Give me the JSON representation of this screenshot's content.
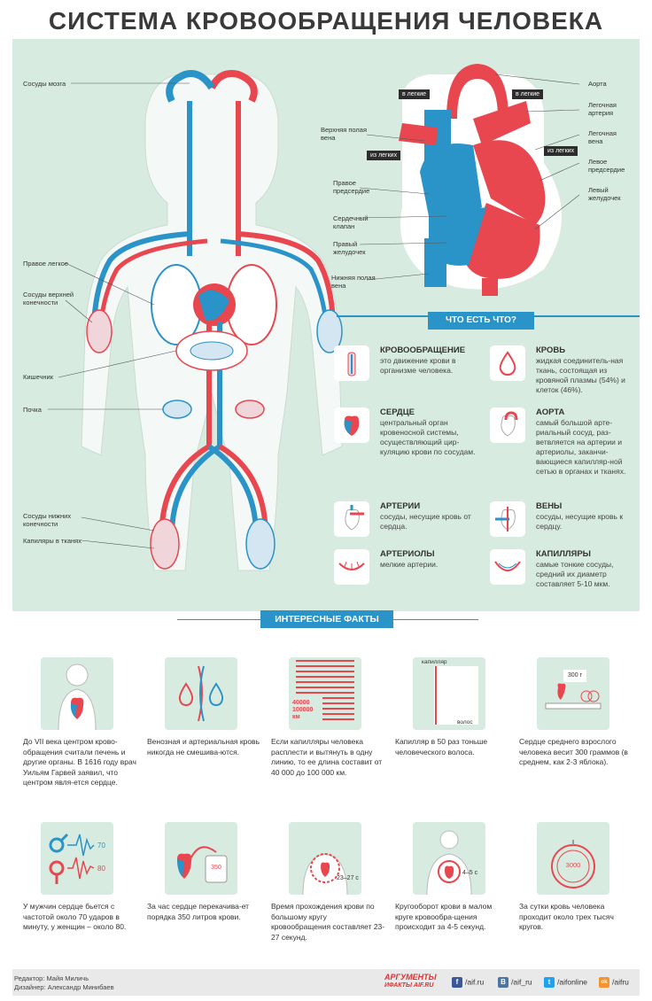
{
  "title": "СИСТЕМА КРОВООБРАЩЕНИЯ ЧЕЛОВЕКА",
  "colors": {
    "artery": "#e8474f",
    "vein": "#2a93c7",
    "background": "#d7ebe1",
    "accent": "#2a93c7"
  },
  "body_labels": {
    "brain_vessels": "Сосуды мозга",
    "right_lung": "Правое легкое",
    "upper_limb_vessels": "Сосуды верхней конечности",
    "intestine": "Кишечник",
    "kidney": "Почка",
    "lower_limb_vessels": "Сосуды нижних конечности",
    "tissue_capillaries": "Капиляры в тканях"
  },
  "heart_labels": {
    "to_lungs_left": "в легкие",
    "to_lungs_right": "в легкие",
    "from_lungs_left": "из легких",
    "from_lungs_right": "из легких",
    "superior_vena_cava": "Верхняя полая вена",
    "right_atrium": "Правое предсердие",
    "heart_valve": "Сердечный клапан",
    "right_ventricle": "Правый желудочек",
    "inferior_vena_cava": "Нижняя полая вена",
    "aorta": "Аорта",
    "pulmonary_artery": "Легочная артерия",
    "pulmonary_vein": "Легочная вена",
    "left_atrium": "Левое предсердие",
    "left_ventricle": "Левый желудочек"
  },
  "what_is_what": {
    "title": "ЧТО ЕСТЬ ЧТО?",
    "items": [
      {
        "icon": "circulation-icon",
        "heading": "Кровообращение",
        "text": "это движение крови в организме человека."
      },
      {
        "icon": "blood-drop-icon",
        "heading": "Кровь",
        "text": "жидкая соединитель-ная ткань, состоящая из кровяной плазмы (54%) и клеток (46%)."
      },
      {
        "icon": "heart-icon",
        "heading": "Сердце",
        "text": "центральный орган кровеносной системы, осуществляющий цир-куляцию крови по сосудам."
      },
      {
        "icon": "aorta-icon",
        "heading": "Аорта",
        "text": "самый большой арте-риальный сосуд, раз-ветвляется на артерии и артериолы, заканчи-вающиеся капилляр-ной сетью в органах и тканях."
      },
      {
        "icon": "artery-icon",
        "heading": "Артерии",
        "text": "сосуды, несущие кровь от сердца."
      },
      {
        "icon": "vein-icon",
        "heading": "Вены",
        "text": "сосуды, несущие кровь к сердцу."
      },
      {
        "icon": "arteriole-icon",
        "heading": "Артериолы",
        "text": "мелкие артерии."
      },
      {
        "icon": "capillary-icon",
        "heading": "Капилляры",
        "text": "самые тонкие сосуды, средний их диаметр составляет 5-10 мкм."
      }
    ]
  },
  "facts": {
    "title": "ИНТЕРЕСНЫЕ ФАКТЫ",
    "items": [
      {
        "icon": "heart-in-chest-icon",
        "text": "До VII века центром крово-обращения считали печень и другие органы. В 1616 году врач Уильям Гарвей заявил, что центром явля-ется сердце."
      },
      {
        "icon": "two-drops-icon",
        "text": "Венозная и артериальная кровь никогда не смешива-ются."
      },
      {
        "icon": "capillary-line-icon",
        "text": "Если капилляры человека расплести и вытянуть в одну линию, то ее длина составит от 40 000 до 100 000 км.",
        "label_top": "40000",
        "label_mid": "100000",
        "label_unit": "км"
      },
      {
        "icon": "hair-compare-icon",
        "text": "Капилляр в 50 раз тоньше человеческого волоса.",
        "label_capillary": "капилляр",
        "label_hair": "волос"
      },
      {
        "icon": "scales-icon",
        "text": "Сердце среднего взрослого человека весит 300 граммов (в среднем, как 2-3 яблока).",
        "label_weight": "300 г"
      },
      {
        "icon": "gender-pulse-icon",
        "text": "У мужчин сердце бьется с частотой около 70 ударов в минуту, у женщин – около 80.",
        "male_rate": "70",
        "female_rate": "80"
      },
      {
        "icon": "heart-pump-icon",
        "text": "За час сердце перекачива-ет порядка 350 литров крови.",
        "label_volume": "350"
      },
      {
        "icon": "stopwatch-body-icon",
        "text": "Время прохождения крови по большому кругу кровообращения составляет 23-27 секунд.",
        "label_time": "23–27 с"
      },
      {
        "icon": "small-circle-icon",
        "text": "Кругооборот крови в малом круге кровообра-щения происходит за 4-5 секунд.",
        "label_time": "4–5 с"
      },
      {
        "icon": "daily-circles-icon",
        "text": "За сутки кровь человека проходит около трех тысяч кругов.",
        "label_count": "3000"
      }
    ]
  },
  "footer": {
    "editor": "Редактор: Майя Миличь",
    "designer": "Дизайнер: Александр Минибаев",
    "logo_line1": "АРГУМЕНТЫ",
    "logo_line2": "ИФАКТЫ AIF.RU",
    "social": [
      {
        "icon": "facebook-icon",
        "letter": "f",
        "text": "/aif.ru",
        "color": "#3b5998"
      },
      {
        "icon": "vk-icon",
        "letter": "В",
        "text": "/aif_ru",
        "color": "#4c75a3"
      },
      {
        "icon": "twitter-icon",
        "letter": "t",
        "text": "/aifonline",
        "color": "#1da1f2"
      },
      {
        "icon": "ok-icon",
        "letter": "ok",
        "text": "/aifru",
        "color": "#f59331"
      }
    ]
  }
}
